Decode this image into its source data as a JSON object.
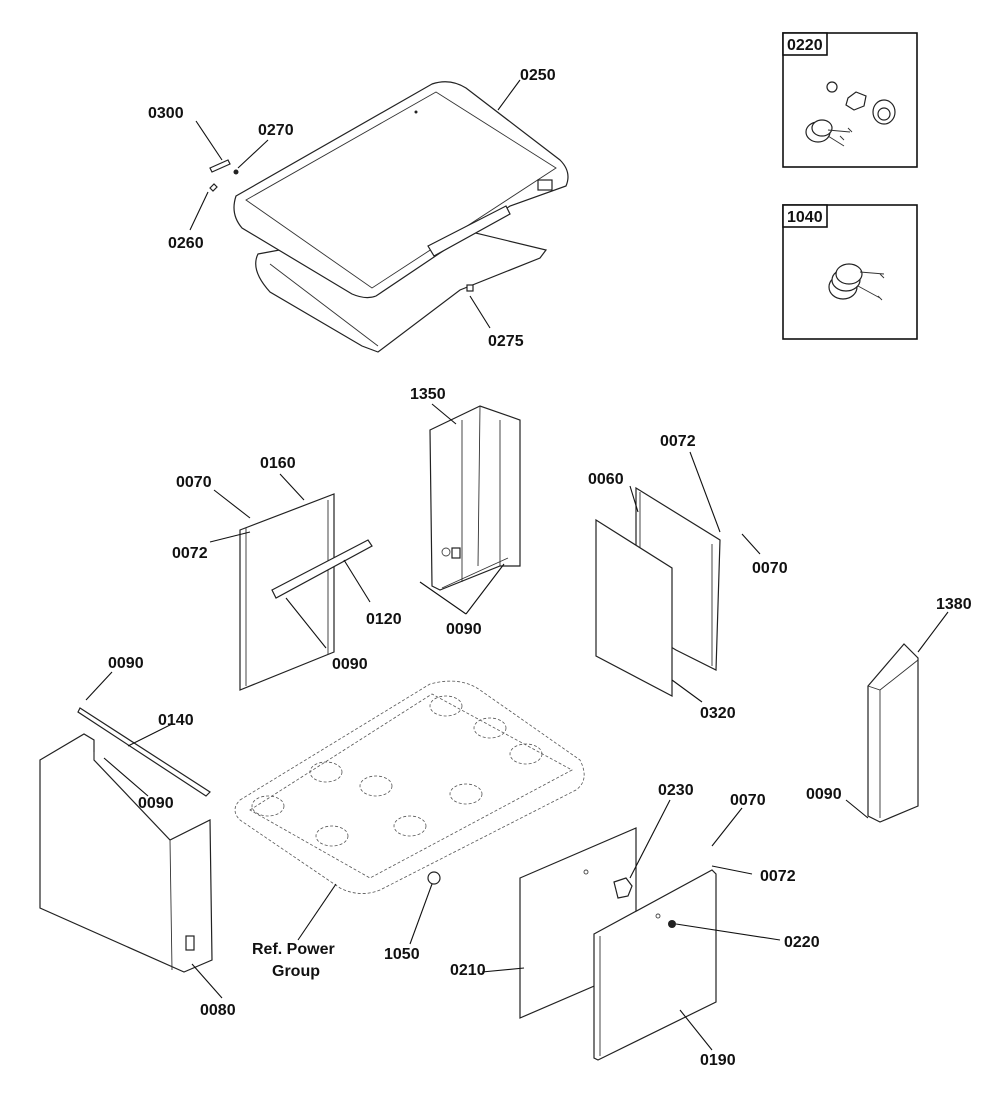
{
  "parts": {
    "p0300": "0300",
    "p0270": "0270",
    "p0250": "0250",
    "p0260": "0260",
    "p0275": "0275",
    "p1350": "1350",
    "p0160": "0160",
    "p0070_a": "0070",
    "p0072_a": "0072",
    "p0120": "0120",
    "p0090_a": "0090",
    "p0090_b": "0090",
    "p0072_b": "0072",
    "p0060": "0060",
    "p0070_b": "0070",
    "p0320": "0320",
    "p1380": "1380",
    "p0090_c": "0090",
    "p0140": "0140",
    "p0090_d": "0090",
    "p0090_e": "0090",
    "p0080": "0080",
    "ref_line1": "Ref. Power",
    "ref_line2": "Group",
    "p1050": "1050",
    "p0230": "0230",
    "p0070_c": "0070",
    "p0072_c": "0072",
    "p0220": "0220",
    "p0210": "0210",
    "p0190": "0190"
  },
  "insets": {
    "lock_kit": "0220",
    "key_set": "1040"
  }
}
